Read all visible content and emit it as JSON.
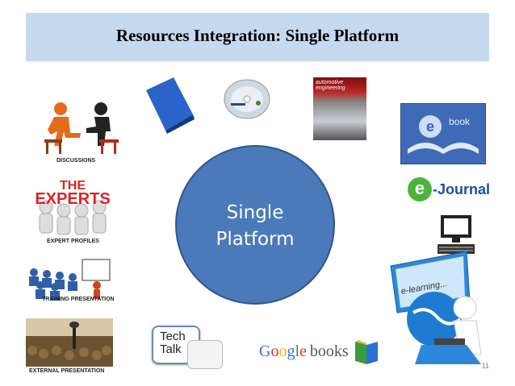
{
  "slide": {
    "title": "Resources Integration: Single Platform",
    "center_line1": "Single",
    "center_line2": "Platform",
    "page_number": "11"
  },
  "captions": {
    "discussions": "DISCUSSIONS",
    "experts_logo": "THE EXPERTS",
    "expert_profiles": "EXPERT PROFILES",
    "training": "TRAINING PRESENTATION",
    "external": "EXTERNAL PRESENTATION",
    "techtalk_1": "Tech",
    "techtalk_2": "Talk",
    "google": "Google",
    "books": "books",
    "ejournal_e": "e",
    "ejournal": "-Journal",
    "ebook": "ebook",
    "elearning": "e-learning...",
    "magazine_1": "automotive",
    "magazine_2": "engineering"
  },
  "icons": [
    "discussion-icon",
    "experts-icon",
    "training-icon",
    "presentation-icon",
    "book-icon",
    "cd-icon",
    "magazine-icon",
    "ebook-icon",
    "ejournal-icon",
    "computer-icon",
    "elearning-icon",
    "techtalk-icon",
    "google-books-icon"
  ]
}
